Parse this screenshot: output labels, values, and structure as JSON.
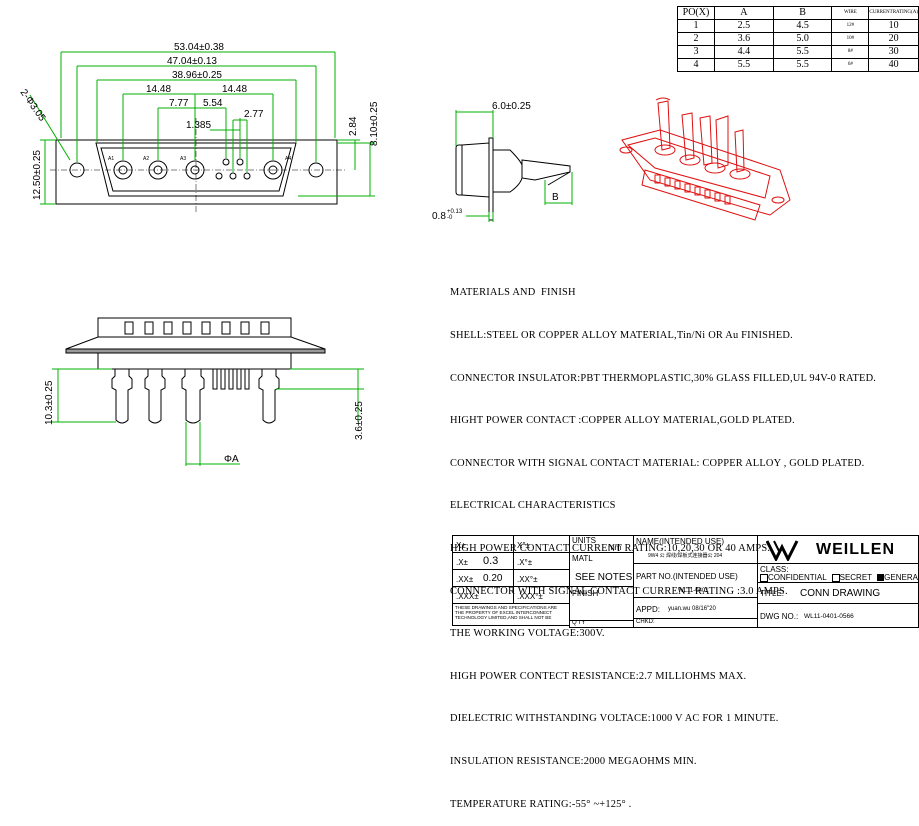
{
  "dimensions": {
    "overall_width": "53.04±0.38",
    "mount_hole_spacing": "47.04±0.13",
    "shell_width": "38.96±0.25",
    "contact_spacing_left": "14.48",
    "contact_spacing_right": "14.48",
    "contact_offset_a": "7.77",
    "contact_offset_b": "5.54",
    "signal_pitch": "2.77",
    "signal_offset": "1.385",
    "hole_dia": "2-Φ3.05",
    "body_height": "12.50±0.25",
    "half_height": "2.84",
    "shell_height": "8.10±0.25",
    "side_depth": "6.0±0.25",
    "flange_thickness": "0.8",
    "flange_tol": "+0.13",
    "flange_tol_lower": "-0",
    "tail_label_b": "B",
    "tail_length": "10.3±0.25",
    "signal_tail_length": "3.6±0.25",
    "tail_dia": "ΦA"
  },
  "contact_labels": [
    "A1",
    "A2",
    "A3",
    "A4"
  ],
  "po_table": {
    "headers": [
      "PO(X)",
      "A",
      "B",
      "WIRE",
      "CURRENTRATING(A)"
    ],
    "rows": [
      [
        "1",
        "2.5",
        "4.5",
        "12#",
        "10"
      ],
      [
        "2",
        "3.6",
        "5.0",
        "10#",
        "20"
      ],
      [
        "3",
        "4.4",
        "5.5",
        "8#",
        "30"
      ],
      [
        "4",
        "5.5",
        "5.5",
        "6#",
        "40"
      ]
    ]
  },
  "notes": [
    "MATERIALS AND  FINISH",
    "SHELL:STEEL OR COPPER ALLOY MATERIAL,Tin/Ni OR Au FINISHED.",
    "CONNECTOR INSULATOR:PBT THERMOPLASTIC,30% GLASS FILLED,UL 94V-0 RATED.",
    "HIGHT POWER CONTACT :COPPER ALLOY MATERIAL,GOLD PLATED.",
    "CONNECTOR WITH SIGNAL CONTACT MATERIAL: COPPER ALLOY , GOLD PLATED.",
    "ELECTRICAL CHARACTERISTICS",
    "HIGH POWER CONTACT CURRENT RATING:10,20,30 OR 40 AMPS.",
    "CONNECTOR WITH SIGNAL CONTACT CURRENT RATING :3.0 AMPS.",
    "THE WORKING VOLTAGE:300V.",
    "HIGH POWER CONTECT RESISTANCE:2.7 MILLIOHMS MAX.",
    "DIELECTRIC WITHSTANDING VOLTACE:1000 V AC FOR 1 MINUTE.",
    "INSULATION RESISTANCE:2000 MEGAOHMS MIN.",
    "TEMPERATURE RATING:-55° ~+125° ."
  ],
  "title_block": {
    "tol_x": "X±",
    "tol_x_deg": "X°±",
    "tol_x1": ".X±",
    "tol_x1_val": "0.3",
    "tol_x1_deg": ".X°±",
    "tol_x2": ".XX±",
    "tol_x2_val": "0.20",
    "tol_x2_deg": ".XX°±",
    "tol_x3": ".XXX±",
    "tol_x3_deg": ".XXX°±",
    "units_label": "UNITS",
    "units_value": "mm",
    "matl_label": "MATL",
    "matl_value": "SEE NOTES",
    "finish_label": "FINISH",
    "qty_label": "Q'TY",
    "disclaimer": "THESE DRAWINGS AND SPECIFICATIONS ARE THE PROPERTY OF EXCEL INTERCONNECT TECHNOLOGY LIMITED,AND SHALL NOT BE",
    "name_label": "NAME(INTENDED USE)",
    "name_value": "9W4 公 焊线/焊板式连接器公 204",
    "part_no_label": "PART NO.(INTENDED USE)",
    "part_no_value": "WL11-0401",
    "appd_label": "APPD:",
    "appd_value": "yuan.wu 08/16\"20",
    "chkd_label": "CHKD:",
    "brand": "WEILLEN",
    "class_label": "CLASS:",
    "class_options": [
      "CONFIDENTIAL",
      "SECRET",
      "GENERAL"
    ],
    "class_selected": "GENERAL",
    "title_label": "TITLE:",
    "title_value": "CONN DRAWING",
    "dwg_label": "DWG NO.:",
    "dwg_value": "WL11-0401-0566"
  },
  "colors": {
    "outline": "#000000",
    "dimension_green": "#00b000",
    "detail_red": "#e01010"
  }
}
